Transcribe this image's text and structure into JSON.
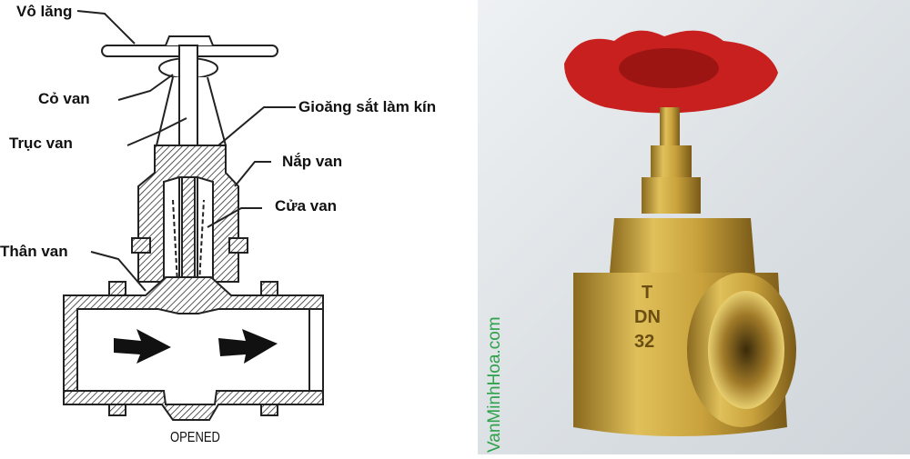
{
  "diagram": {
    "labels": {
      "handwheel": "Vô lăng",
      "neck": "Cỏ van",
      "stem": "Trục van",
      "body": "Thân van",
      "packing": "Gioăng sắt làm kín",
      "bonnet": "Nắp van",
      "gate": "Cửa van"
    },
    "state": "OPENED"
  },
  "photo": {
    "watermark": "VanMinhHoa.com",
    "body_marking": [
      "T",
      "DN",
      "32"
    ],
    "colors": {
      "handwheel": "#c8201e",
      "brass": "#c9a23c"
    }
  }
}
